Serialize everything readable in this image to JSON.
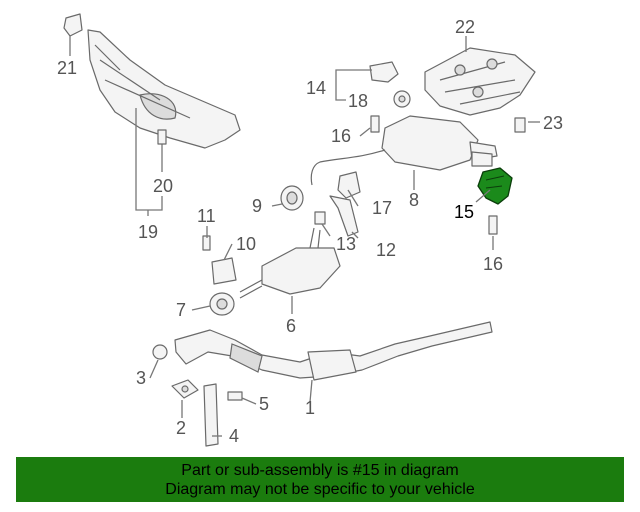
{
  "diagram": {
    "highlight_color": "#1b8a1b",
    "callouts": {
      "c1": "1",
      "c2": "2",
      "c3": "3",
      "c4": "4",
      "c5": "5",
      "c6": "6",
      "c7": "7",
      "c8": "8",
      "c9": "9",
      "c10": "10",
      "c11": "11",
      "c12": "12",
      "c13": "13",
      "c14": "14",
      "c15": "15",
      "c16a": "16",
      "c16b": "16",
      "c17": "17",
      "c18": "18",
      "c19": "19",
      "c20": "20",
      "c21": "21",
      "c22": "22",
      "c23": "23"
    }
  },
  "banner": {
    "color": "#1b7c0e",
    "line1": "Part or sub-assembly is #15 in diagram",
    "line2": "Diagram may not be specific to your vehicle"
  }
}
